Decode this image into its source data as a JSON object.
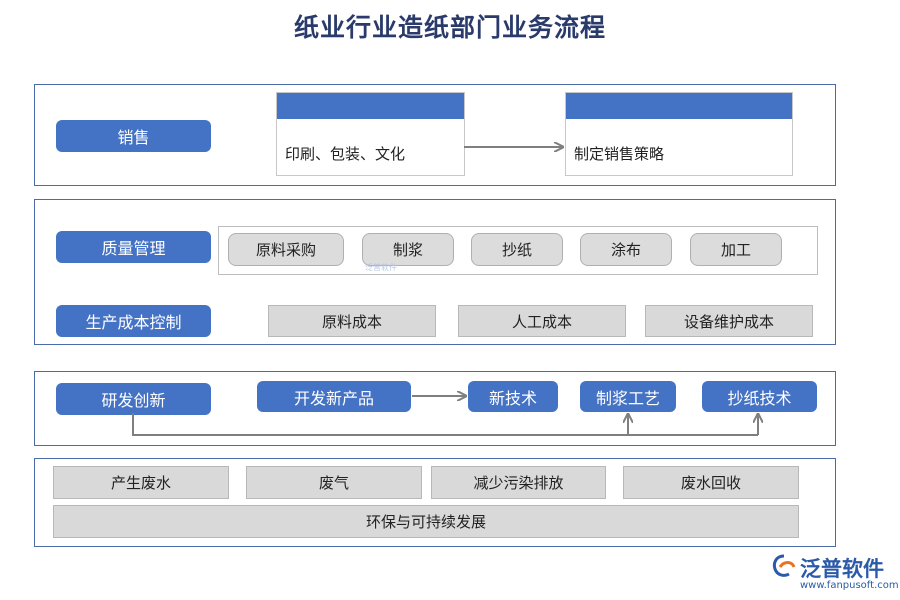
{
  "title": "纸业行业造纸部门业务流程",
  "sales": {
    "label": "销售",
    "card1_text": "印刷、包装、文化",
    "card2_text": "制定销售策略"
  },
  "quality": {
    "label": "质量管理",
    "steps": [
      "原料采购",
      "制浆",
      "抄纸",
      "涂布",
      "加工"
    ]
  },
  "cost": {
    "label": "生产成本控制",
    "items": [
      "原料成本",
      "人工成本",
      "设备维护成本"
    ]
  },
  "rd": {
    "label": "研发创新",
    "new_product": "开发新产品",
    "items": [
      "新技术",
      "制浆工艺",
      "抄纸技术"
    ]
  },
  "env": {
    "items": [
      "产生废水",
      "废气",
      "减少污染排放",
      "废水回收"
    ],
    "bottom": "环保与可持续发展"
  },
  "brand": {
    "name": "泛普软件",
    "url": "www.fanpusoft.com",
    "watermark": "泛普软件"
  },
  "colors": {
    "accent": "#4472c4",
    "line": "#7f7f7f",
    "box": "#d9d9d9"
  }
}
